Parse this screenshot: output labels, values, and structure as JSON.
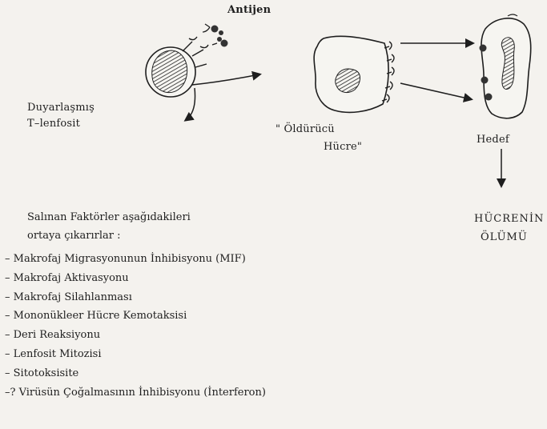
{
  "labels": {
    "antigen": "Antijen",
    "sensitized": "Duyarlaşmış",
    "tlymph": "T–lenfosit",
    "killer_1": "\" Öldürücü",
    "killer_2": "Hücre\"",
    "target": "Hedef",
    "death_1": "HÜCRENİN",
    "death_2": "ÖLÜMÜ"
  },
  "factors": {
    "intro_1": "Salınan Faktörler aşağıdakileri",
    "intro_2": "ortaya çıkarırlar :",
    "items": [
      "– Makrofaj Migrasyonunun İnhibisyonu (MIF)",
      "– Makrofaj Aktivasyonu",
      "– Makrofaj Silahlanması",
      "– Mononükleer Hücre Kemotaksisi",
      "– Deri Reaksiyonu",
      "– Lenfosit Mitozisi",
      "– Sitotoksisite",
      "–? Virüsün Çoğalmasının İnhibisyonu (İnterferon)"
    ]
  }
}
